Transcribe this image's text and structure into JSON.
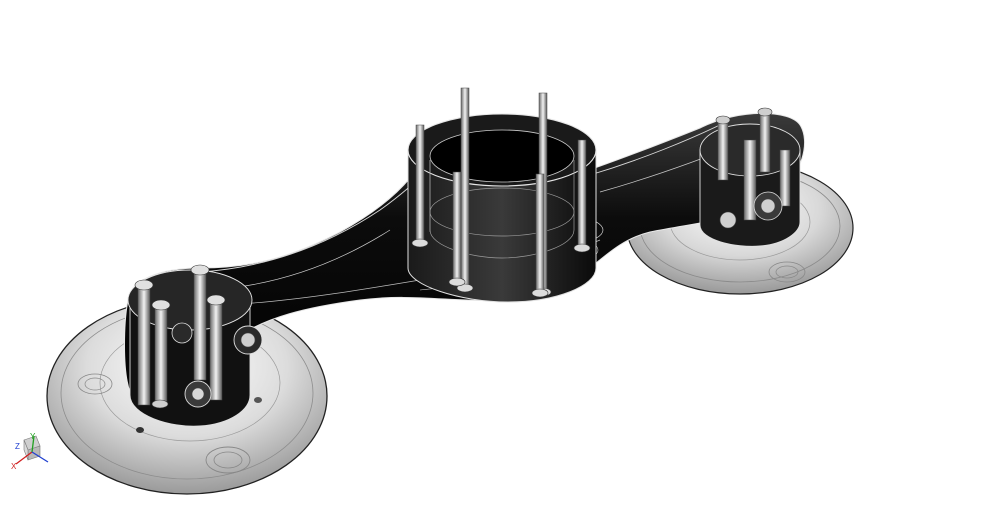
{
  "viewport": {
    "background": "#ffffff",
    "view_type": "isometric-shaded-with-edges"
  },
  "model": {
    "body_color": "#111111",
    "edge_color": "#e6e6e6",
    "disc_color": "#d4d4d4",
    "components": [
      {
        "name": "arm-body",
        "icon": "arm-shape"
      },
      {
        "name": "center-hub",
        "icon": "cylinder-ring"
      },
      {
        "name": "left-suction-cup",
        "icon": "disc"
      },
      {
        "name": "right-suction-cup",
        "icon": "disc"
      },
      {
        "name": "hub-bolts",
        "icon": "bolt"
      },
      {
        "name": "left-pivot-assembly",
        "icon": "gear-cluster"
      },
      {
        "name": "right-pivot-assembly",
        "icon": "gear-cluster"
      }
    ]
  },
  "triad": {
    "x_label": "X",
    "y_label": "Y",
    "z_label": "Z",
    "x_color": "#d02020",
    "y_color": "#20a020",
    "z_color": "#2040d0"
  }
}
